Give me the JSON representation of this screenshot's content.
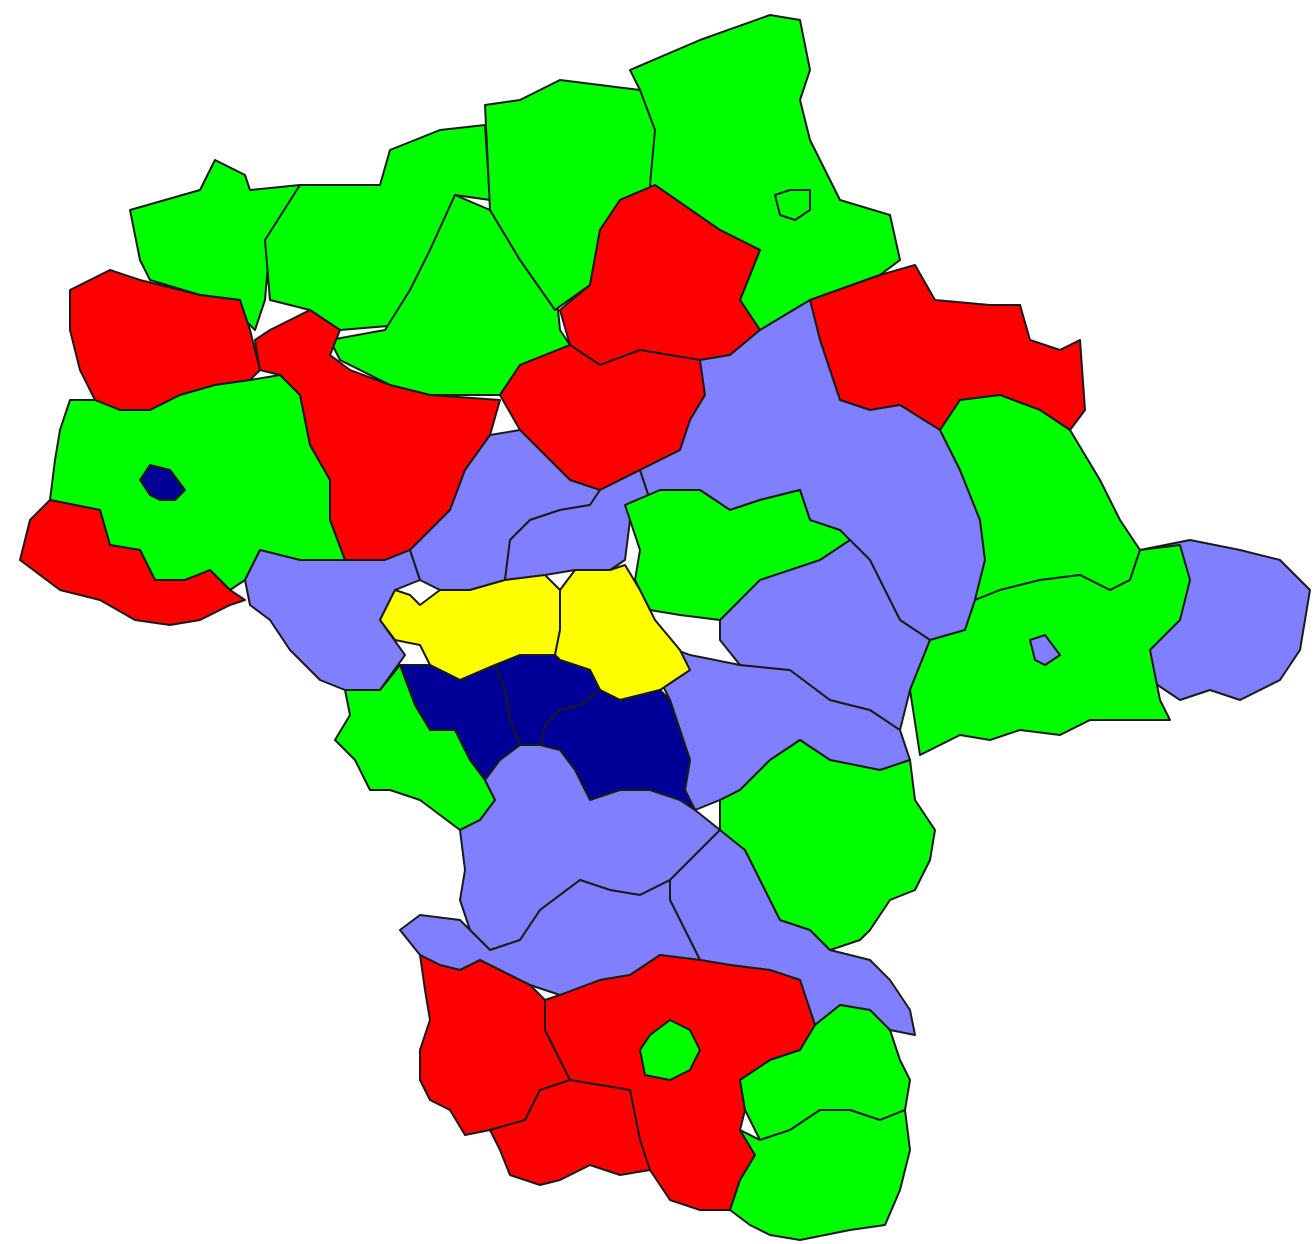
{
  "palette": {
    "green": "#00ff00",
    "red": "#ff0000",
    "lavender": "#8080ff",
    "navy": "#000099",
    "yellow": "#ffff00",
    "border": "#1a1a1a"
  },
  "regions": [
    {
      "id": "nw-1",
      "color": "green"
    },
    {
      "id": "nw-2",
      "color": "green"
    },
    {
      "id": "n-1",
      "color": "green"
    },
    {
      "id": "n-2",
      "color": "green"
    },
    {
      "id": "n-3",
      "color": "green"
    },
    {
      "id": "ne-1",
      "color": "green"
    },
    {
      "id": "ne-enclave",
      "color": "green"
    },
    {
      "id": "w-red-1",
      "color": "red"
    },
    {
      "id": "w-red-2",
      "color": "red"
    },
    {
      "id": "n-red-1",
      "color": "red"
    },
    {
      "id": "c-red-1",
      "color": "red"
    },
    {
      "id": "ne-red-1",
      "color": "red"
    },
    {
      "id": "w-green-1",
      "color": "green"
    },
    {
      "id": "w-navy-enclave",
      "color": "navy"
    },
    {
      "id": "sw-red-1",
      "color": "red"
    },
    {
      "id": "c-lav-1",
      "color": "lavender"
    },
    {
      "id": "c-lav-2",
      "color": "lavender"
    },
    {
      "id": "c-green-1",
      "color": "green"
    },
    {
      "id": "e-lav-1",
      "color": "lavender"
    },
    {
      "id": "e-green-1",
      "color": "green"
    },
    {
      "id": "e-green-2",
      "color": "green"
    },
    {
      "id": "e-lav-enclave",
      "color": "lavender"
    },
    {
      "id": "far-e-lav",
      "color": "lavender"
    },
    {
      "id": "w-lav-1",
      "color": "lavender"
    },
    {
      "id": "yellow-1",
      "color": "yellow"
    },
    {
      "id": "yellow-2",
      "color": "yellow"
    },
    {
      "id": "navy-1",
      "color": "navy"
    },
    {
      "id": "navy-2",
      "color": "navy"
    },
    {
      "id": "navy-3",
      "color": "navy"
    },
    {
      "id": "c-lav-3",
      "color": "lavender"
    },
    {
      "id": "se-green-1",
      "color": "green"
    },
    {
      "id": "w-green-2",
      "color": "green"
    },
    {
      "id": "s-lav-1",
      "color": "lavender"
    },
    {
      "id": "s-lav-2",
      "color": "lavender"
    },
    {
      "id": "s-lav-3",
      "color": "lavender"
    },
    {
      "id": "s-red-1",
      "color": "red"
    },
    {
      "id": "s-red-2",
      "color": "red"
    },
    {
      "id": "s-red-3",
      "color": "red"
    },
    {
      "id": "s-green-enclave",
      "color": "green"
    },
    {
      "id": "se-green-2",
      "color": "green"
    },
    {
      "id": "se-green-3",
      "color": "green"
    }
  ]
}
